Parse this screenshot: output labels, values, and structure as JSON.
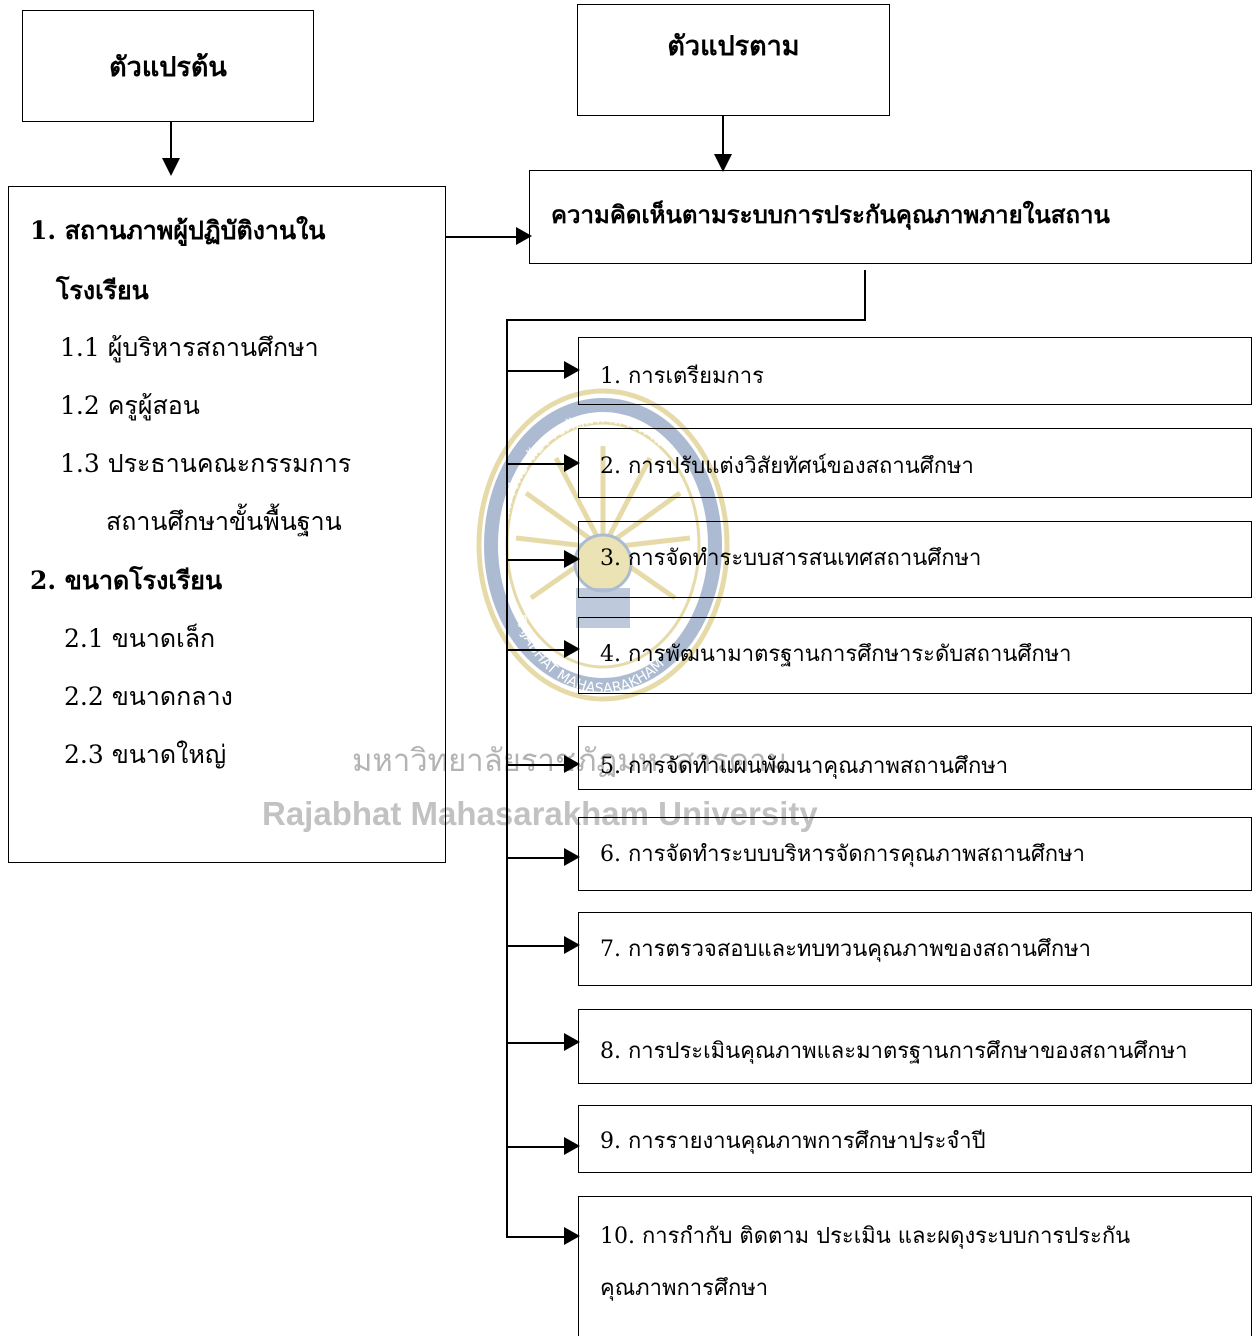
{
  "independent_header": "ตัวแปรต้น",
  "dependent_header": "ตัวแปรตาม",
  "independent_box": {
    "lines": [
      "1. สถานภาพผู้ปฏิบัติงานใน",
      "โรงเรียน",
      "1.1  ผู้บริหารสถานศึกษา",
      "1.2  ครูผู้สอน",
      "1.3  ประธานคณะกรรมการ",
      "สถานศึกษาขั้นพื้นฐาน",
      "2. ขนาดโรงเรียน",
      "2.1  ขนาดเล็ก",
      "2.2  ขนาดกลาง",
      "2.3  ขนาดใหญ่"
    ]
  },
  "dependent_box": {
    "title": "ความคิดเห็นตามระบบการประกันคุณภาพภายในสถาน",
    "items": [
      "1. การเตรียมการ",
      "2. การปรับแต่งวิสัยทัศน์ของสถานศึกษา",
      "3. การจัดทำระบบสารสนเทศสถานศึกษา",
      "4. การพัฒนามาตรฐานการศึกษาระดับสถานศึกษา",
      "5. การจัดทำแผนพัฒนาคุณภาพสถานศึกษา",
      "6. การจัดทำระบบบริหารจัดการคุณภาพสถานศึกษา",
      "7. การตรวจสอบและทบทวนคุณภาพของสถานศึกษา",
      "8. การประเมินคุณภาพและมาตรฐานการศึกษาของสถานศึกษา",
      "9. การรายงานคุณภาพการศึกษาประจำปี",
      "10. การกำกับ ติดตาม ประเมิน และผดุงระบบการประกัน",
      "คุณภาพการศึกษา"
    ]
  },
  "watermark": {
    "thai": "มหาวิทยาลัยราชภัฏมหาสารคาม",
    "english": "Rajabhat Mahasarakham University",
    "seal_text_top": "มหาวิทยาลัยราชภัฏมหาสารคาม",
    "seal_text_bottom": "RAJABHAT MAHASARAKHAM"
  }
}
